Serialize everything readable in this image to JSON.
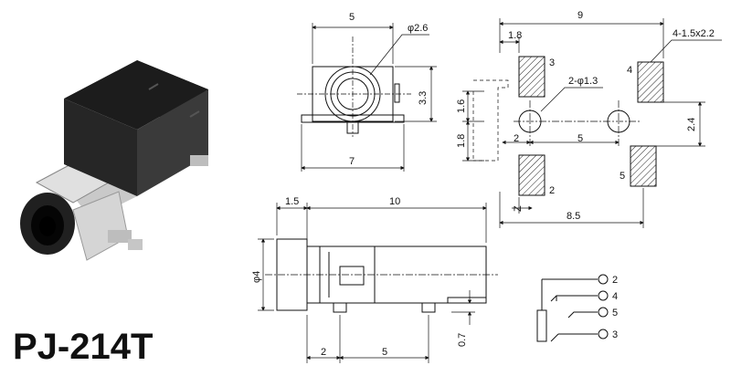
{
  "product": {
    "model": "PJ-214T"
  },
  "front_view": {
    "width": "5",
    "height": "3.3",
    "base_width": "7",
    "hole_dia": "φ2.6"
  },
  "side_view": {
    "tip_length": "1.5",
    "body_length": "10",
    "diameter": "φ4",
    "pin_offset": "2",
    "pin_pitch": "5",
    "tab_height": "0.7"
  },
  "footprint": {
    "overall_width": "9",
    "pad_offset": "1.8",
    "pad_size": "4-1.5x2.2",
    "hole_label": "2-φ1.3",
    "hole_spacing_h": "1.6",
    "hole_spacing_v": "1.8",
    "inner_gap": "2",
    "pitch": "5",
    "row_spacing": "2.4",
    "lower_span": "8.5",
    "edge_mark": "Z",
    "pad_numbers": [
      "3",
      "4",
      "2",
      "5"
    ]
  },
  "schematic": {
    "pins": [
      "2",
      "4",
      "5",
      "3"
    ]
  }
}
